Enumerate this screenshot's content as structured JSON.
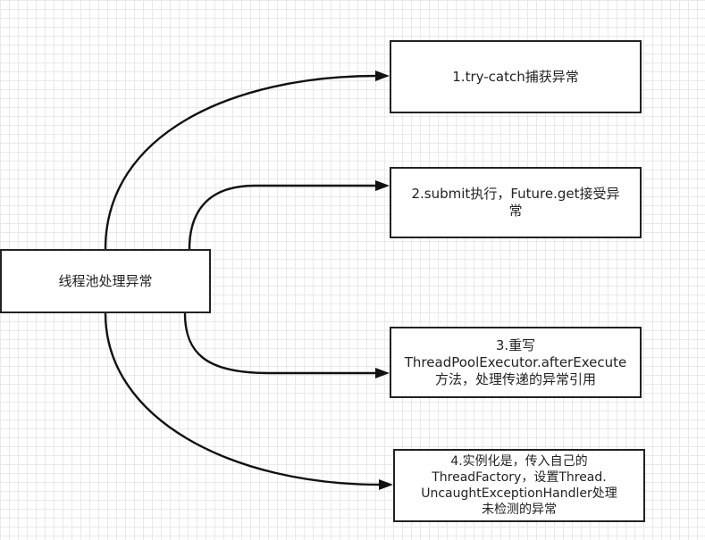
{
  "diagram": {
    "root": {
      "label": "线程池处理异常"
    },
    "methods": [
      {
        "lines": [
          "1.try-catch捕获异常"
        ]
      },
      {
        "lines": [
          "2.submit执行，Future.get接受异",
          "常"
        ]
      },
      {
        "lines": [
          "3.重写",
          "ThreadPoolExecutor.afterExecute",
          "方法，处理传递的异常引用"
        ]
      },
      {
        "lines": [
          "4.实例化是，传入自己的",
          "ThreadFactory，设置Thread.",
          "UncaughtExceptionHandler处理",
          "未检测的异常"
        ]
      }
    ],
    "edges": [
      {
        "from": "root",
        "to": "method-1"
      },
      {
        "from": "root",
        "to": "method-2"
      },
      {
        "from": "root",
        "to": "method-3"
      },
      {
        "from": "root",
        "to": "method-4"
      }
    ],
    "colors": {
      "line": "#111111",
      "grid": "#e9e9e9",
      "box_border": "#222222"
    }
  }
}
